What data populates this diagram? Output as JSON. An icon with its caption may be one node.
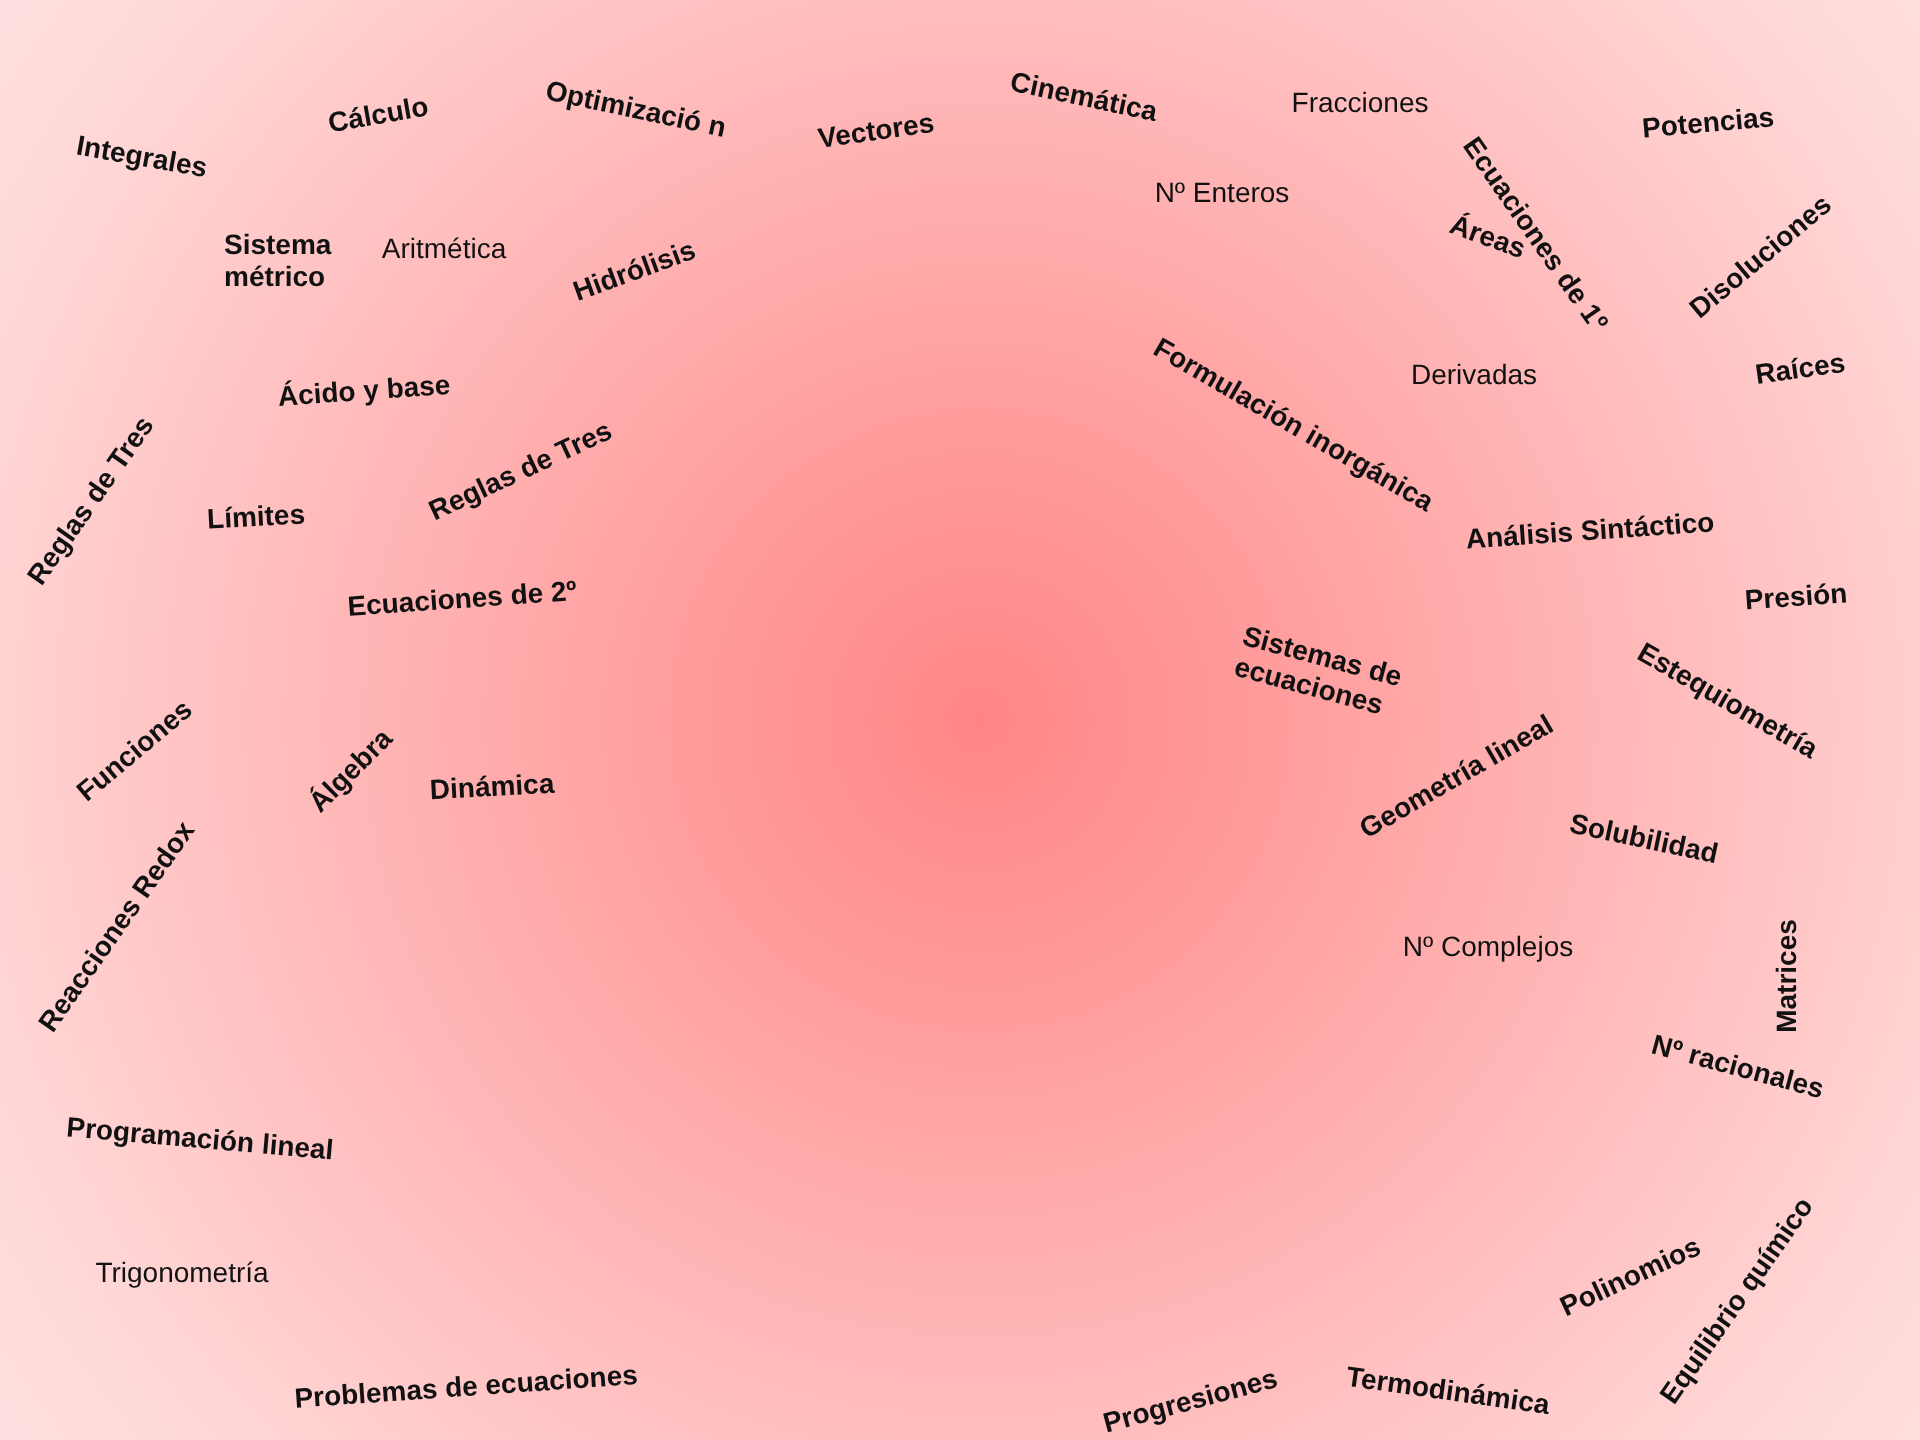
{
  "diagram": {
    "labels": [
      "Cinemática",
      "Optimizació n",
      "Fracciones",
      "Cálculo",
      "Potencias",
      "Vectores",
      "Integrales",
      "Ecuaciones de 1º",
      "Nº Enteros",
      "Sistema métrico",
      "Aritmética",
      "Áreas",
      "Hidrólisis",
      "Disoluciones",
      "Raíces",
      "Derivadas",
      "Formulación inorgánica",
      "Ácido y base",
      "Reglas de Tres",
      "Reglas de Tres",
      "Límites",
      "Análisis Sintáctico",
      "Ecuaciones de 2º",
      "Presión",
      "Sistemas de ecuaciones",
      "Estequiometría",
      "Funciones",
      "Álgebra",
      "Dinámica",
      "Geometría lineal",
      "Solubilidad",
      "Reacciones Redox",
      "Nº Complejos",
      "Matrices",
      "Nº racionales",
      "Programación lineal",
      "Trigonometría",
      "Polinomios",
      "Equilibrio químico",
      "Problemas de ecuaciones",
      "Progresiones",
      "Termodinámica"
    ]
  }
}
